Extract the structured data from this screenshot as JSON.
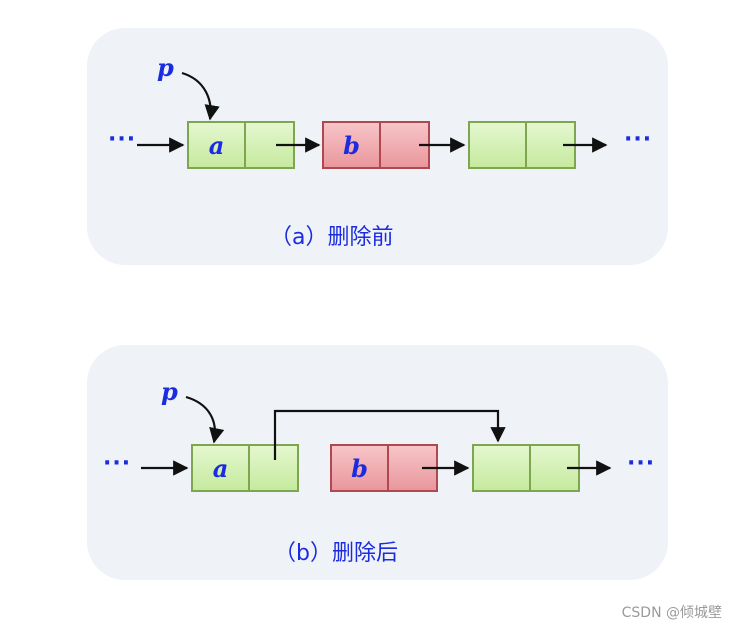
{
  "diagram_a": {
    "pointer_label": "p",
    "ellipsis_left": "···",
    "ellipsis_right": "···",
    "nodes": [
      {
        "label": "a",
        "state": "normal"
      },
      {
        "label": "b",
        "state": "deleted"
      },
      {
        "label": "",
        "state": "normal"
      }
    ],
    "caption": "（a）删除前"
  },
  "diagram_b": {
    "pointer_label": "p",
    "ellipsis_left": "···",
    "ellipsis_right": "···",
    "nodes": [
      {
        "label": "a",
        "state": "normal"
      },
      {
        "label": "b",
        "state": "deleted"
      },
      {
        "label": "",
        "state": "normal"
      }
    ],
    "caption": "（b）删除后"
  },
  "colors": {
    "panel": "#eff2f7",
    "node_normal": "#c6ea9f",
    "node_deleted": "#e9979d",
    "text": "#1b2ce0"
  },
  "watermark": "CSDN @倾城壁"
}
